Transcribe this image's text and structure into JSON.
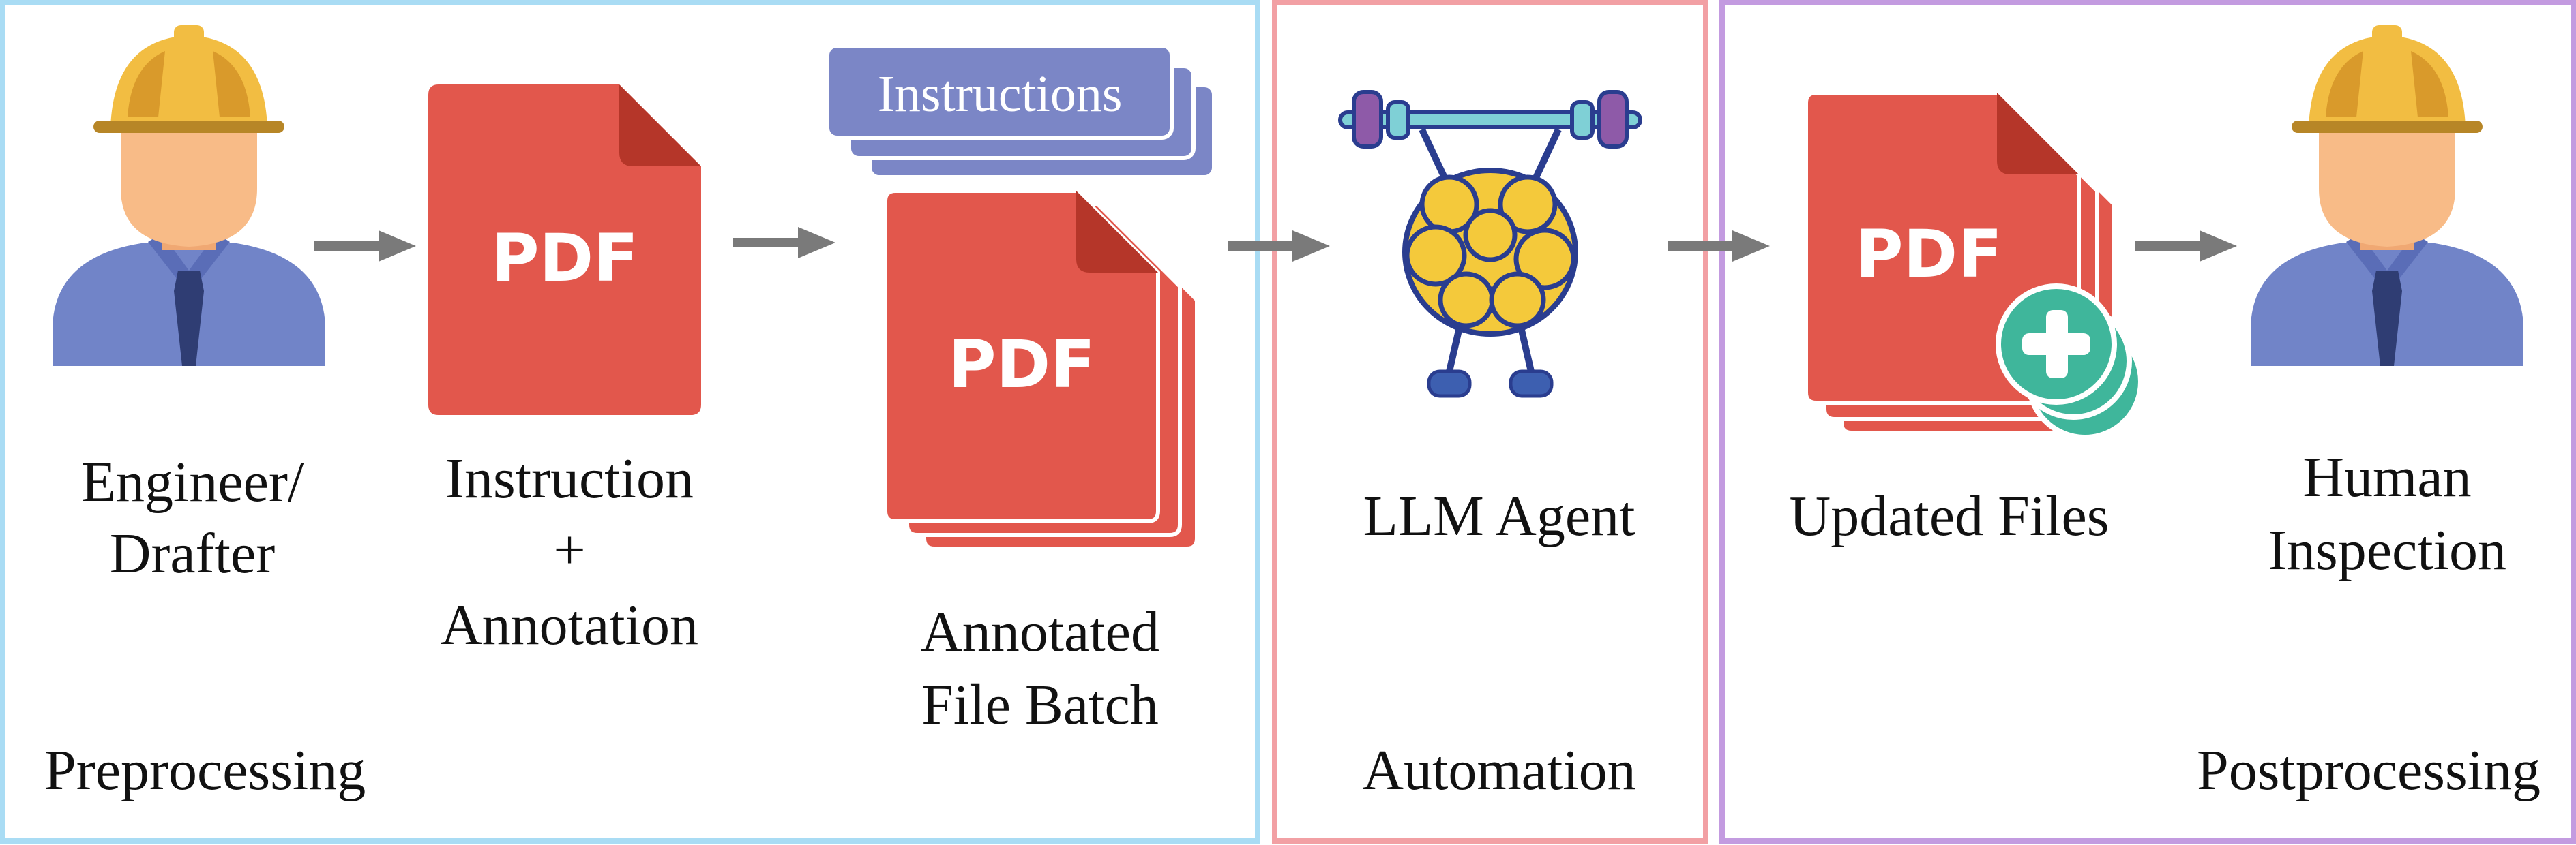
{
  "colors": {
    "preprocessing_border": "#a9dcf4",
    "automation_border": "#f2a0a4",
    "postprocessing_border": "#c39be0",
    "pdf_red": "#e2574c",
    "pdf_fold": "#b53629",
    "arrow_gray": "#7a7a7a",
    "instructions_blue": "#7b86c6",
    "helmet_yellow": "#f2bd42",
    "skin": "#f8bb87",
    "shirt": "#7184c8",
    "tie": "#2f3d73",
    "badge_teal": "#3fb69b"
  },
  "icons": [
    "engineer-icon",
    "pdf-file-icon",
    "pdf-stack-icon",
    "instructions-stack-icon",
    "llm-brain-icon",
    "updated-pdf-stack-icon",
    "inspector-icon"
  ],
  "sections": {
    "preprocessing": "Preprocessing",
    "automation": "Automation",
    "postprocessing": "Postprocessing"
  },
  "pdf_text": "PDF",
  "instructions_card": "Instructions",
  "labels": {
    "engineer": [
      "Engineer/",
      "Drafter"
    ],
    "instruction": [
      "Instruction",
      "+",
      "Annotation"
    ],
    "batch": [
      "Annotated",
      "File Batch"
    ],
    "agent": "LLM Agent",
    "updated": "Updated Files",
    "human": [
      "Human",
      "Inspection"
    ]
  }
}
